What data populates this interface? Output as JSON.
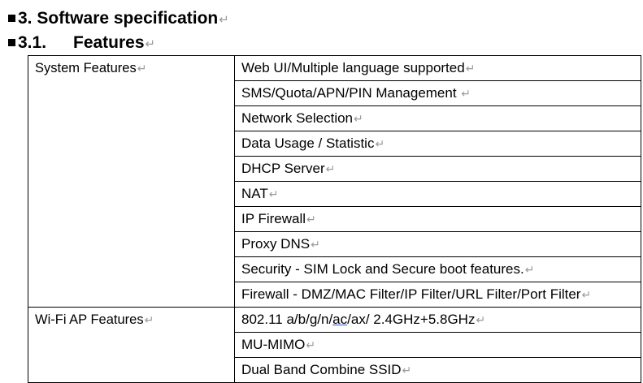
{
  "headings": [
    {
      "number": "3.",
      "title": "Software specification"
    },
    {
      "number": "3.1.",
      "title": "Features"
    }
  ],
  "paragraph_mark": "↵",
  "groups": [
    {
      "category": "System Features",
      "features": [
        "Web UI/Multiple language supported",
        "SMS/Quota/APN/PIN Management ",
        "Network Selection",
        "Data Usage / Statistic",
        "DHCP Server",
        "NAT",
        "IP Firewall",
        "Proxy DNS",
        "Security - SIM Lock and Secure boot features.",
        "Firewall - DMZ/MAC Filter/IP Filter/URL Filter/Port Filter"
      ]
    },
    {
      "category": "Wi-Fi AP Features",
      "features": [
        "802.11 a/b/g/n/ac/ax/ 2.4GHz+5.8GHz",
        "MU-MIMO",
        "Dual Band Combine SSID"
      ]
    }
  ]
}
